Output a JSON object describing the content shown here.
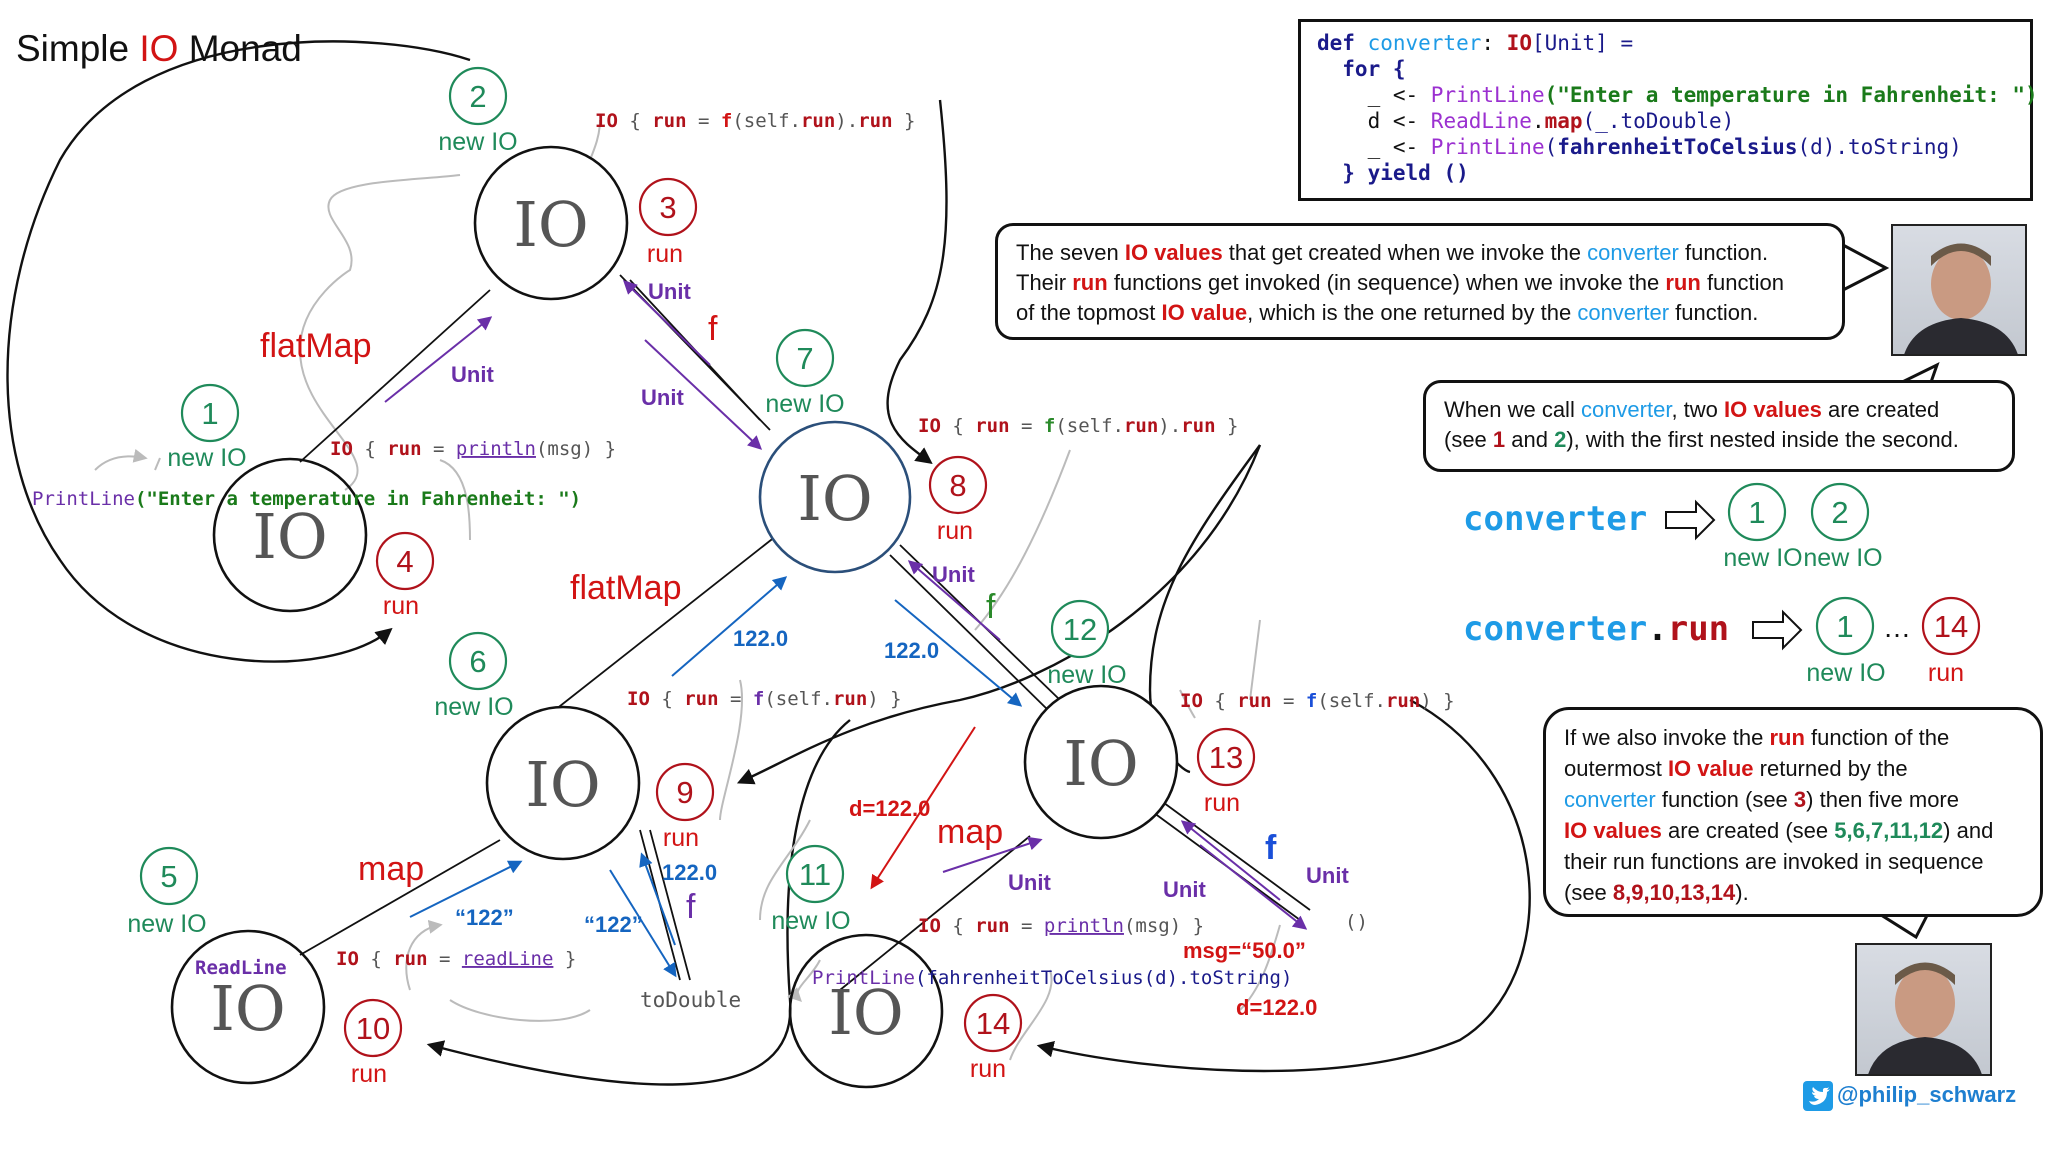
{
  "title": {
    "prefix": "Simple ",
    "io": "IO",
    "suffix": " Monad"
  },
  "nodes": {
    "io_label": "IO",
    "n1": "1",
    "n2": "2",
    "n3": "3",
    "n4": "4",
    "n5": "5",
    "n6": "6",
    "n7": "7",
    "n8": "8",
    "n9": "9",
    "n10": "10",
    "n11": "11",
    "n12": "12",
    "n13": "13",
    "n14": "14"
  },
  "labels": {
    "new_io": "new IO",
    "run": "run",
    "unit": "Unit",
    "flatmap": "flatMap",
    "map": "map",
    "f": "f",
    "v122": "122.0",
    "s122": "“122”",
    "d122": "d=122.0",
    "msg50": "msg=“50.0”",
    "unit_value": "()",
    "todouble": "toDouble"
  },
  "code_snippets": {
    "io_run_prefix": "IO { ",
    "run_kw": "run",
    "eq": " = ",
    "f_self_run_run_a": "f",
    "f_self_run_run_b": "(self.",
    "f_self_run_run_c": ").",
    "f_self_run_close": " }",
    "f_self_run_close2": ") }",
    "println": "println",
    "msg_close": "(msg) }",
    "readline": "readLine",
    "close": " }",
    "printline_enter_a": "PrintLine",
    "printline_enter_b": "(\"Enter a temperature in Fahrenheit: \")",
    "readline_label": "ReadLine",
    "printline_f_a": "PrintLine",
    "printline_f_b": "(fahrenheitToCelsius(d).toString)"
  },
  "code_block": {
    "line1_def": "def ",
    "line1_name": "converter",
    "line1_colon": ": ",
    "line1_type": "IO",
    "line1_rest": "[Unit] =",
    "line2": "  for {",
    "line3_a": "    _ <- ",
    "line3_fn": "PrintLine",
    "line3_str": "(\"Enter a temperature in Fahrenheit: \")",
    "line4_a": "    d <- ",
    "line4_fn": "ReadLine",
    "line4_b": ".",
    "line4_map": "map",
    "line4_c": "(_.toDouble)",
    "line5_a": "    _ <- ",
    "line5_fn": "PrintLine",
    "line5_b": "(",
    "line5_f2": "fahrenheitToCelsius",
    "line5_c": "(d).toString)",
    "line6_a": "  } ",
    "line6_yield": "yield",
    "line6_b": " ()"
  },
  "bubble1": {
    "p1": "The seven ",
    "p2": "IO values",
    "p3": " that get created when we invoke the ",
    "p4": "converter",
    "p5": " function.",
    "p6": "Their ",
    "p7": "run",
    "p8": " functions get invoked (in sequence) when we invoke the ",
    "p9": "run",
    "p10": " function",
    "p11": "of the topmost ",
    "p12": "IO value",
    "p13": ", which is the one returned by the ",
    "p14": "converter",
    "p15": " function."
  },
  "bubble2": {
    "p1": "When we call ",
    "p2": "converter",
    "p3": ", two ",
    "p4": "IO values",
    "p5": " are created",
    "p6": "(see ",
    "p7": "1",
    "p8": " and ",
    "p9": "2",
    "p10": "), with the first nested inside the second."
  },
  "legend": {
    "converter": "converter",
    "converter2": "converter",
    "dot": ".",
    "run": "run",
    "one": "1",
    "two": "2",
    "fourteen": "14",
    "ellipsis": "…",
    "new_io": "new IO",
    "run_label": "run"
  },
  "bubble3": {
    "p1": "If we also invoke the ",
    "p2": "run",
    "p3": " function of the",
    "p4": "outermost ",
    "p5": "IO value",
    "p6": " returned by the",
    "p7": "converter",
    "p8": " function (see ",
    "p9": "3",
    "p10": ") then five more",
    "p11": "IO values",
    "p12": " are created (see ",
    "p13": "5,6,7,11,12",
    "p14": ") and",
    "p15": "their run functions are invoked in sequence",
    "p16": "(see ",
    "p17": "8,9,10,13,14",
    "p18": ")."
  },
  "twitter": "@philip_schwarz",
  "colors": {
    "green": "#1f8a5a",
    "red": "#d21414",
    "purple": "#6a2fa8",
    "blue": "#1565c0",
    "cyan": "#1e9be6"
  }
}
